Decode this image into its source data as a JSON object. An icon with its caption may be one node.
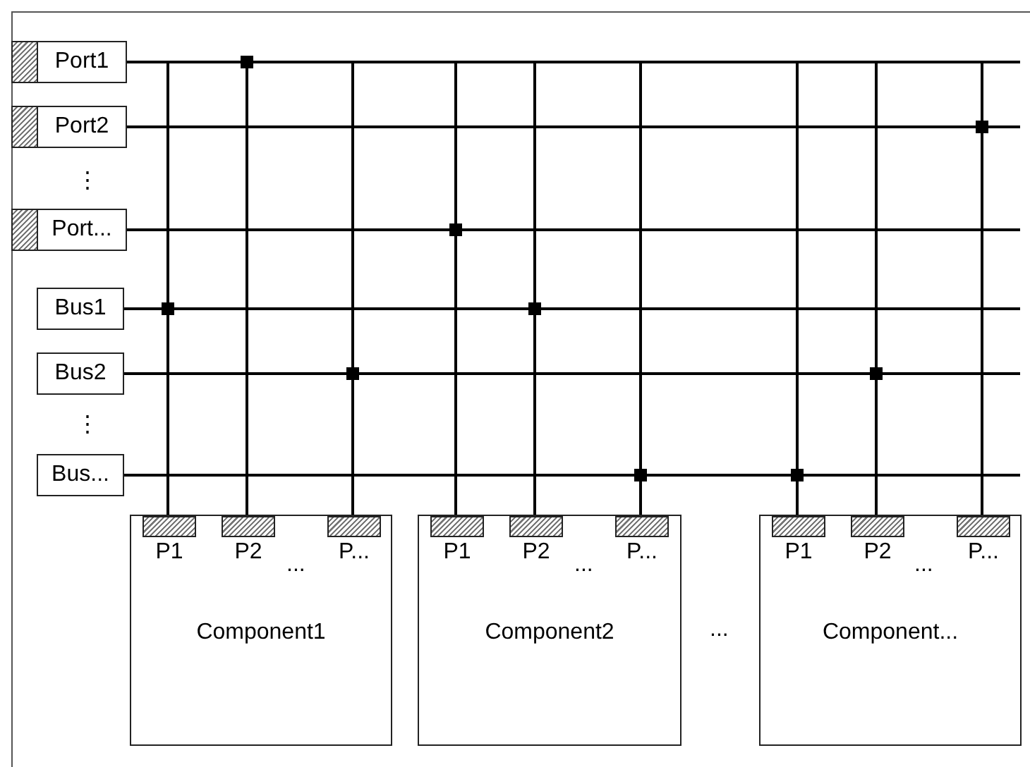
{
  "diagram": {
    "nodes": [
      {
        "text": [
          "Port1"
        ]
      },
      {
        "text": [
          "Port2"
        ]
      },
      {
        "text": [
          "Port..."
        ]
      },
      {
        "text": [
          "Bus1"
        ]
      },
      {
        "text": [
          "Bus2"
        ]
      },
      {
        "text": [
          "Bus..."
        ]
      },
      {
        "text": [
          "Component1"
        ]
      },
      {
        "text": [
          "P1"
        ],
        "in": 6
      },
      {
        "text": [
          "P2"
        ],
        "in": 6
      },
      {
        "text": [
          "P..."
        ],
        "in": 6
      },
      {
        "text": [
          "Component2"
        ]
      },
      {
        "text": [
          "P1"
        ],
        "in": 10
      },
      {
        "text": [
          "P2"
        ],
        "in": 10
      },
      {
        "text": [
          "P..."
        ],
        "in": 10
      },
      {
        "text": [
          "Component..."
        ]
      },
      {
        "text": [
          "P1"
        ],
        "in": 14
      },
      {
        "text": [
          "P2"
        ],
        "in": 14
      },
      {
        "text": [
          "P..."
        ],
        "in": 14
      }
    ],
    "edges": [
      {
        "from": 0,
        "to": null,
        "arrow": "none"
      },
      {
        "from": 1,
        "to": null,
        "arrow": "none"
      },
      {
        "from": 2,
        "to": null,
        "arrow": "none"
      },
      {
        "from": 3,
        "to": null,
        "arrow": "none"
      },
      {
        "from": 4,
        "to": null,
        "arrow": "none"
      },
      {
        "from": 5,
        "to": null,
        "arrow": "none"
      },
      {
        "from": 7,
        "to": 3,
        "arrow": "none"
      },
      {
        "from": 8,
        "to": 0,
        "arrow": "none"
      },
      {
        "from": 9,
        "to": 4,
        "arrow": "none"
      },
      {
        "from": 11,
        "to": 2,
        "arrow": "none"
      },
      {
        "from": 12,
        "to": 3,
        "arrow": "none"
      },
      {
        "from": 13,
        "to": 5,
        "arrow": "none"
      },
      {
        "from": 15,
        "to": 5,
        "arrow": "none"
      },
      {
        "from": 16,
        "to": 4,
        "arrow": "none"
      },
      {
        "from": 17,
        "to": 1,
        "arrow": "none"
      }
    ],
    "labels": [
      "⋮",
      "⋮",
      "...",
      "...",
      "...",
      "..."
    ]
  }
}
